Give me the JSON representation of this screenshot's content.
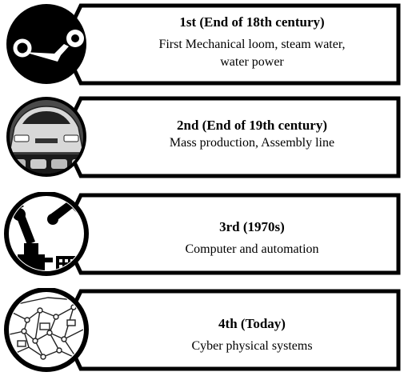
{
  "stages": [
    {
      "title": "1st (End of 18th century)",
      "desc_line1": "First Mechanical loom, steam water,",
      "desc_line2": "water power",
      "icon": "steam-icon"
    },
    {
      "title": "2nd (End of 19th century)",
      "desc_line1": "Mass production, Assembly line",
      "desc_line2": "",
      "icon": "car-assembly-icon"
    },
    {
      "title": "3rd (1970s)",
      "desc_line1": "Computer and automation",
      "desc_line2": "",
      "icon": "robot-arm-icon"
    },
    {
      "title": "4th (Today)",
      "desc_line1": "Cyber physical systems",
      "desc_line2": "",
      "icon": "circuit-network-icon"
    }
  ]
}
